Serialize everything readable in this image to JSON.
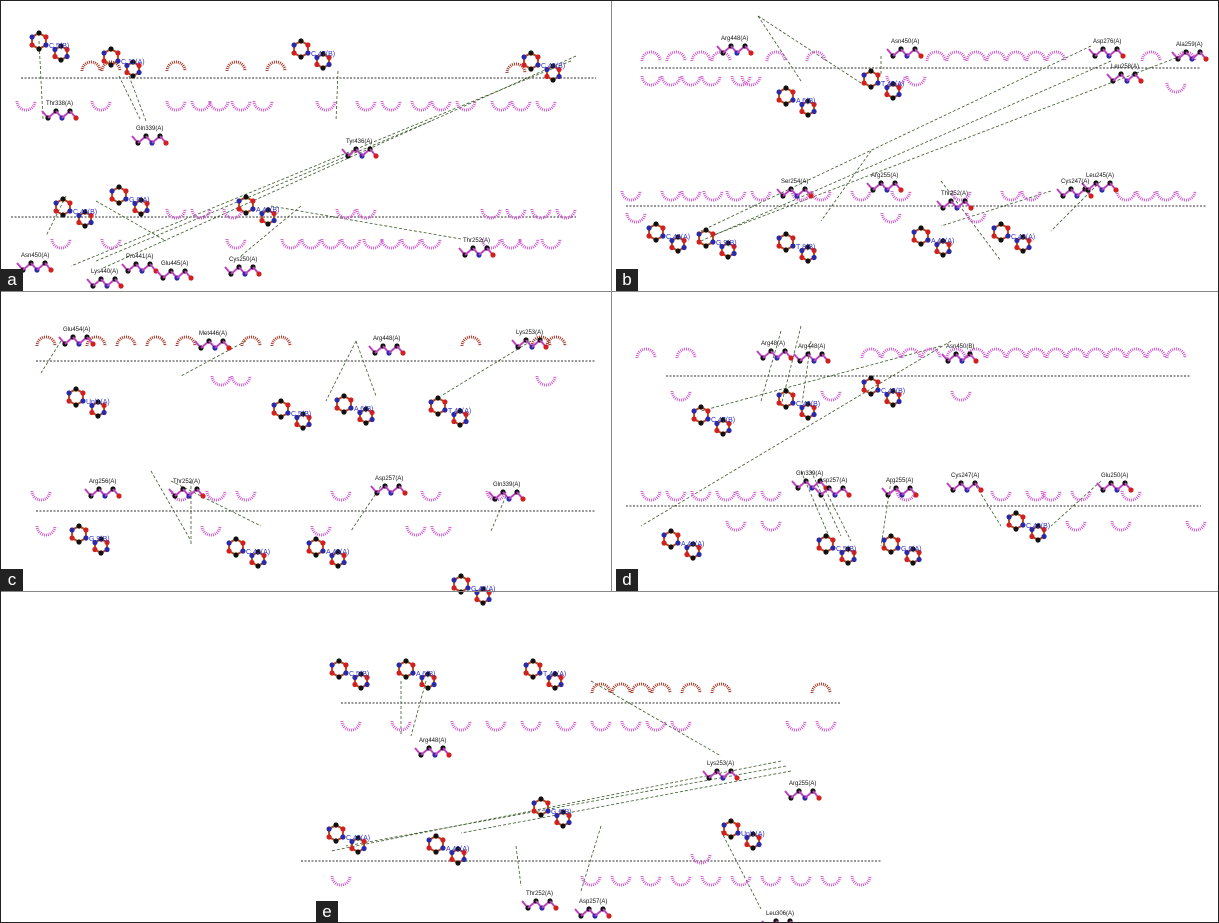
{
  "panels": [
    {
      "id": "a",
      "residues": [
        "Thr338(A)",
        "Gln339(A)",
        "Tyr436(A)",
        "Asn450(A)",
        "Lys440(A)",
        "Pro441(A)",
        "Glu445(A)",
        "Cys250(A)",
        "Thr252(A)"
      ],
      "nucleotides": [
        "C 5(B)",
        "C 11(A)",
        "C 47(B)",
        "C 46(B)",
        "C 45(B)",
        "G 6(A)",
        "A 46(B)"
      ]
    },
    {
      "id": "b",
      "residues": [
        "Arg448(A)",
        "Asn450(A)",
        "Asp276(A)",
        "Ala259(A)",
        "Leu258(A)",
        "Ser254(A)",
        "Arg255(A)",
        "Thr252(A)",
        "Cys247(A)",
        "Leu245(A)"
      ],
      "nucleotides": [
        "T 45(A)",
        "A 6(B)",
        "C 44(A)",
        "G 9(B)",
        "T 8(B)",
        "A 43(A)",
        "C 42(A)"
      ]
    },
    {
      "id": "c",
      "residues": [
        "Glu454(A)",
        "Met446(A)",
        "Arg448(A)",
        "Lys253(A)",
        "Arg256(A)",
        "Thr252(A)",
        "Asp257(A)",
        "Gln339(A)"
      ],
      "nucleotides": [
        "Unl1(A)",
        "C 5(B)",
        "A 6(B)",
        "T 45(A)",
        "G 9(B)",
        "C 42(A)",
        "A 45(A)",
        "G 40(A)"
      ]
    },
    {
      "id": "d",
      "residues": [
        "Arg48(A)",
        "Arg448(A)",
        "Asn450(B)",
        "Gln339(A)",
        "Asp257(A)",
        "Arg255(A)",
        "Cys247(A)",
        "Glu250(A)"
      ],
      "nucleotides": [
        "C 47(B)",
        "C 46(B)",
        "C 45(B)",
        "A 44(A)",
        "C 5(B)",
        "G 6(A)",
        "C 42(B)"
      ]
    },
    {
      "id": "e",
      "residues": [
        "Arg448(A)",
        "Lys253(A)",
        "Arg255(A)",
        "Thr252(A)",
        "Asp257(A)",
        "Leu306(A)"
      ],
      "nucleotides": [
        "C 5(B)",
        "A 6(B)",
        "T 45(A)",
        "C 42(A)",
        "A 43(A)",
        "G 6(B)",
        "Unl1(A)"
      ]
    }
  ],
  "colors": {
    "bond": "#b84a1c",
    "atom": "#111111",
    "oxygen": "#d02020",
    "nitrogen": "#2a2aa8",
    "residue_bond": "#c040c0",
    "hydrophobic_protein": "#d060d0",
    "hydrophobic_dna": "#a83a2a",
    "hbond": "#3a5a2a"
  }
}
